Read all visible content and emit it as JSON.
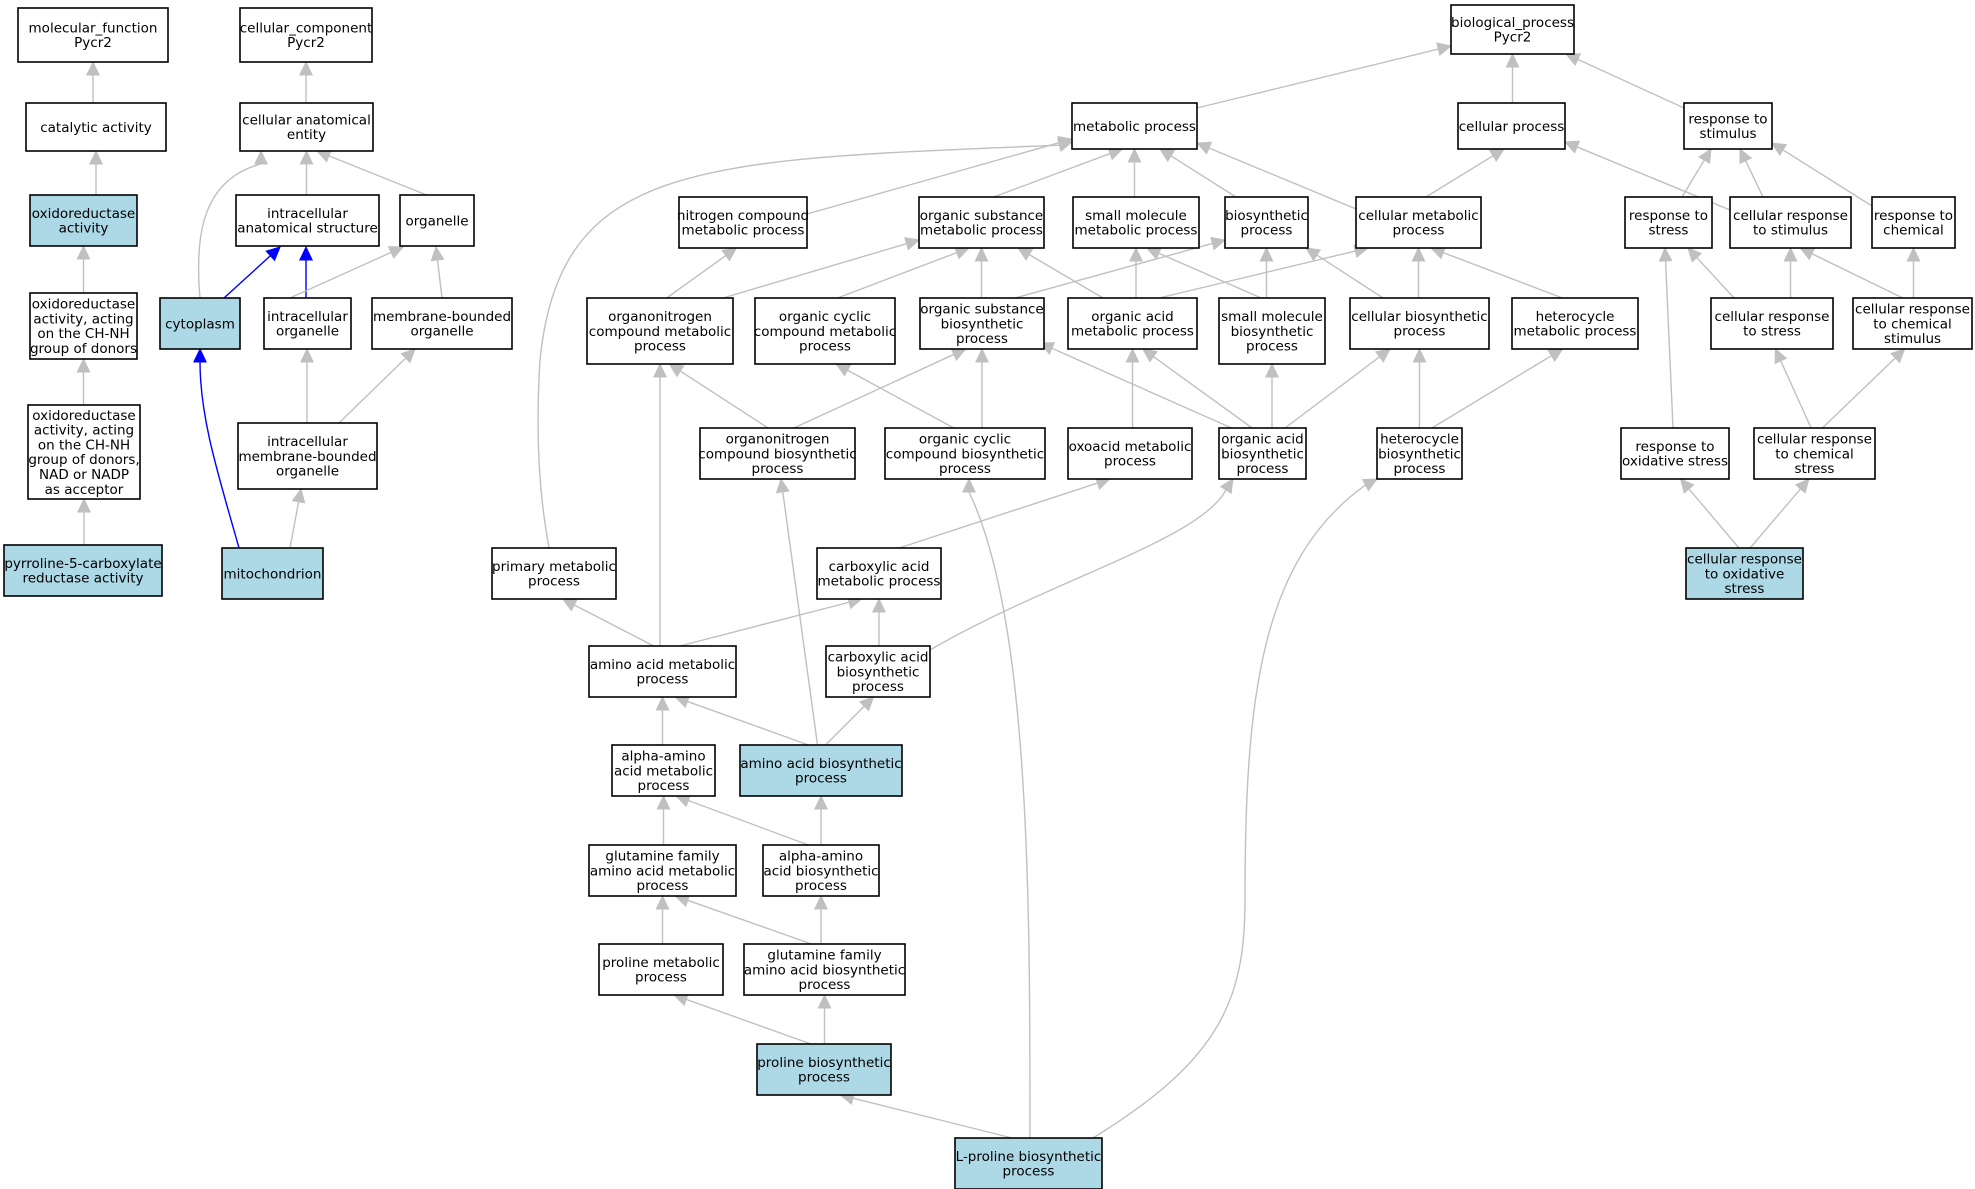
{
  "diagram": {
    "type": "go-term-graph",
    "colors": {
      "highlight": "#add8e6",
      "edge": "#c0c0c0",
      "edge_part_of": "#0000ff",
      "node_border": "#000000"
    },
    "nodes": [
      {
        "id": "mf",
        "lines": [
          "molecular_function",
          "Pycr2"
        ]
      },
      {
        "id": "cat",
        "lines": [
          "catalytic activity"
        ]
      },
      {
        "id": "oxr",
        "lines": [
          "oxidoreductase",
          "activity"
        ],
        "highlight": true
      },
      {
        "id": "oxr_chnh",
        "lines": [
          "oxidoreductase",
          "activity, acting",
          "on the CH-NH",
          "group of donors"
        ]
      },
      {
        "id": "oxr_nad",
        "lines": [
          "oxidoreductase",
          "activity, acting",
          "on the CH-NH",
          "group of donors,",
          "NAD or NADP",
          "as acceptor"
        ]
      },
      {
        "id": "p5c",
        "lines": [
          "pyrroline-5-carboxylate",
          "reductase activity"
        ],
        "highlight": true
      },
      {
        "id": "cc",
        "lines": [
          "cellular_component",
          "Pycr2"
        ]
      },
      {
        "id": "cae",
        "lines": [
          "cellular anatomical",
          "entity"
        ]
      },
      {
        "id": "ias",
        "lines": [
          "intracellular",
          "anatomical structure"
        ]
      },
      {
        "id": "org",
        "lines": [
          "organelle"
        ]
      },
      {
        "id": "cyto",
        "lines": [
          "cytoplasm"
        ],
        "highlight": true
      },
      {
        "id": "io",
        "lines": [
          "intracellular",
          "organelle"
        ]
      },
      {
        "id": "mbo",
        "lines": [
          "membrane-bounded",
          "organelle"
        ]
      },
      {
        "id": "imbo",
        "lines": [
          "intracellular",
          "membrane-bounded",
          "organelle"
        ]
      },
      {
        "id": "mito",
        "lines": [
          "mitochondrion"
        ],
        "highlight": true
      },
      {
        "id": "bp",
        "lines": [
          "biological_process",
          "Pycr2"
        ]
      },
      {
        "id": "mp",
        "lines": [
          "metabolic process"
        ]
      },
      {
        "id": "cp",
        "lines": [
          "cellular process"
        ]
      },
      {
        "id": "rts",
        "lines": [
          "response to",
          "stimulus"
        ]
      },
      {
        "id": "ncmp",
        "lines": [
          "nitrogen compound",
          "metabolic process"
        ]
      },
      {
        "id": "osmp",
        "lines": [
          "organic substance",
          "metabolic process"
        ]
      },
      {
        "id": "smmp",
        "lines": [
          "small molecule",
          "metabolic process"
        ]
      },
      {
        "id": "bsp",
        "lines": [
          "biosynthetic",
          "process"
        ]
      },
      {
        "id": "cmp",
        "lines": [
          "cellular metabolic",
          "process"
        ]
      },
      {
        "id": "rtstress",
        "lines": [
          "response to",
          "stress"
        ]
      },
      {
        "id": "crts",
        "lines": [
          "cellular response",
          "to stimulus"
        ]
      },
      {
        "id": "rtc",
        "lines": [
          "response to",
          "chemical"
        ]
      },
      {
        "id": "oncmp",
        "lines": [
          "organonitrogen",
          "compound metabolic",
          "process"
        ]
      },
      {
        "id": "occmp",
        "lines": [
          "organic cyclic",
          "compound metabolic",
          "process"
        ]
      },
      {
        "id": "osbp",
        "lines": [
          "organic substance",
          "biosynthetic",
          "process"
        ]
      },
      {
        "id": "oamp",
        "lines": [
          "organic acid",
          "metabolic process"
        ]
      },
      {
        "id": "smbp",
        "lines": [
          "small molecule",
          "biosynthetic",
          "process"
        ]
      },
      {
        "id": "cbp",
        "lines": [
          "cellular biosynthetic",
          "process"
        ]
      },
      {
        "id": "hmp",
        "lines": [
          "heterocycle",
          "metabolic process"
        ]
      },
      {
        "id": "crtstress",
        "lines": [
          "cellular response",
          "to stress"
        ]
      },
      {
        "id": "crtcs",
        "lines": [
          "cellular response",
          "to chemical",
          "stimulus"
        ]
      },
      {
        "id": "oncbp",
        "lines": [
          "organonitrogen",
          "compound biosynthetic",
          "process"
        ]
      },
      {
        "id": "occbp",
        "lines": [
          "organic cyclic",
          "compound biosynthetic",
          "process"
        ]
      },
      {
        "id": "oxmp",
        "lines": [
          "oxoacid metabolic",
          "process"
        ]
      },
      {
        "id": "oabp",
        "lines": [
          "organic acid",
          "biosynthetic",
          "process"
        ]
      },
      {
        "id": "hbp",
        "lines": [
          "heterocycle",
          "biosynthetic",
          "process"
        ]
      },
      {
        "id": "rtos",
        "lines": [
          "response to",
          "oxidative stress"
        ]
      },
      {
        "id": "crtchs",
        "lines": [
          "cellular response",
          "to chemical",
          "stress"
        ]
      },
      {
        "id": "pmp",
        "lines": [
          "primary metabolic",
          "process"
        ]
      },
      {
        "id": "camp",
        "lines": [
          "carboxylic acid",
          "metabolic process"
        ]
      },
      {
        "id": "crtos",
        "lines": [
          "cellular response",
          "to oxidative",
          "stress"
        ],
        "highlight": true
      },
      {
        "id": "aamp",
        "lines": [
          "amino acid metabolic",
          "process"
        ]
      },
      {
        "id": "cabp",
        "lines": [
          "carboxylic acid",
          "biosynthetic",
          "process"
        ]
      },
      {
        "id": "aaamp",
        "lines": [
          "alpha-amino",
          "acid metabolic",
          "process"
        ]
      },
      {
        "id": "aabp",
        "lines": [
          "amino acid biosynthetic",
          "process"
        ],
        "highlight": true
      },
      {
        "id": "gfamp",
        "lines": [
          "glutamine family",
          "amino acid metabolic",
          "process"
        ]
      },
      {
        "id": "aaabp",
        "lines": [
          "alpha-amino",
          "acid biosynthetic",
          "process"
        ]
      },
      {
        "id": "prmp",
        "lines": [
          "proline metabolic",
          "process"
        ]
      },
      {
        "id": "gfabp",
        "lines": [
          "glutamine family",
          "amino acid biosynthetic",
          "process"
        ]
      },
      {
        "id": "prbp",
        "lines": [
          "proline biosynthetic",
          "process"
        ],
        "highlight": true
      },
      {
        "id": "lprbp",
        "lines": [
          "L-proline biosynthetic",
          "process"
        ],
        "highlight": true
      }
    ]
  }
}
